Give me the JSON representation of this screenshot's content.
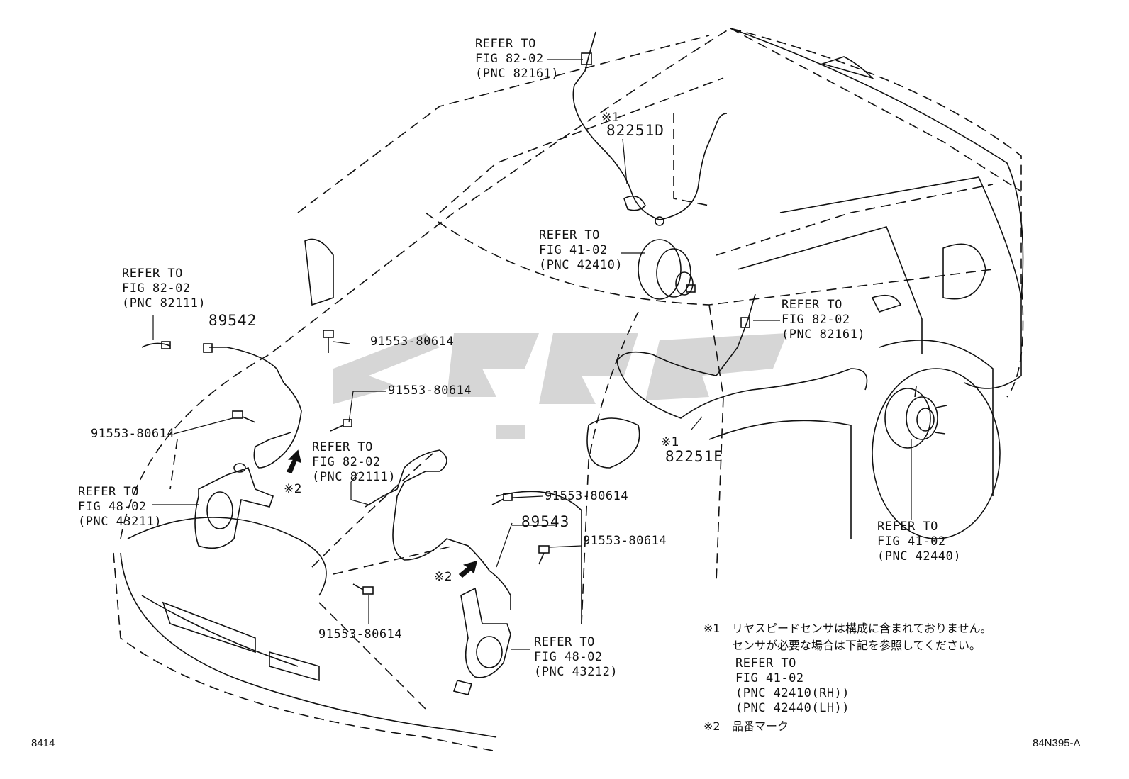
{
  "labels": {
    "ref_82161_top": "REFER TO\nFIG 82-02\n(PNC 82161)",
    "ref_82111_left": "REFER TO\nFIG 82-02\n(PNC 82111)",
    "ref_42410": "REFER TO\nFIG 41-02\n(PNC 42410)",
    "ref_82161_right": "REFER TO\nFIG 82-02\n(PNC 82161)",
    "ref_82111_mid": "REFER TO\nFIG 82-02\n(PNC 82111)",
    "ref_43211": "REFER TO\nFIG 48-02\n(PNC 43211)",
    "ref_42440": "REFER TO\nFIG 41-02\n(PNC 42440)",
    "ref_43212": "REFER TO\nFIG 48-02\n(PNC 43212)",
    "part_82251D": "82251D",
    "part_82251E": "82251E",
    "part_89542": "89542",
    "part_89543": "89543",
    "bolt_1": "91553-80614",
    "bolt_2": "91553-80614",
    "bolt_3": "91553-80614",
    "bolt_4": "91553-80614",
    "bolt_5": "91553-80614",
    "bolt_6": "91553-80614",
    "mark1_a": "※1",
    "mark1_b": "※1",
    "mark2_a": "※2",
    "mark2_b": "※2"
  },
  "notes": {
    "note1_mark": "※1",
    "note1_line1": "リヤスピードセンサは構成に含まれておりません。",
    "note1_line2": "センサが必要な場合は下記を参照してください。",
    "note1_refer": "REFER TO\nFIG 41-02\n(PNC 42410(RH))\n(PNC 42440(LH))",
    "note2_mark": "※2",
    "note2_text": "品番マーク"
  },
  "footer": {
    "left_code": "8414",
    "right_code": "84N395-A"
  },
  "watermark_color": "#c8c8c8",
  "line_color": "#111111"
}
